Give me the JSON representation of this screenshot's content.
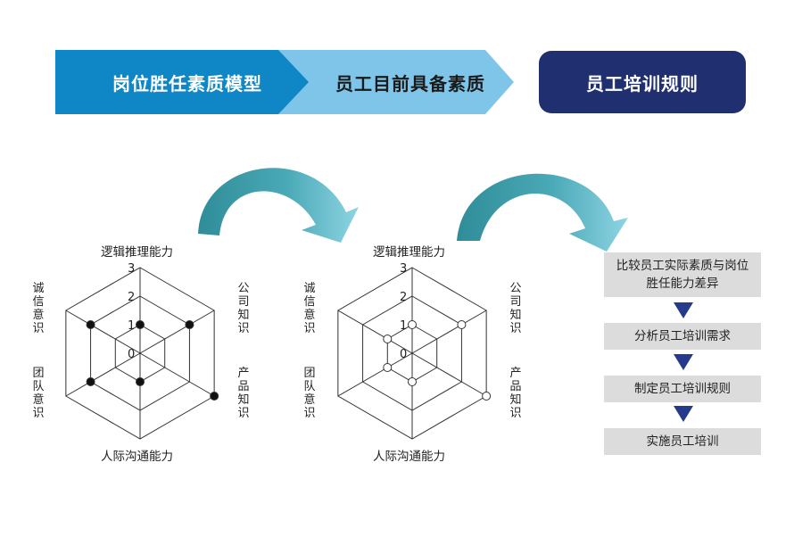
{
  "header": {
    "banner_1": "岗位胜任素质模型",
    "banner_2": "员工目前具备素质",
    "banner_3": "员工培训规则"
  },
  "colors": {
    "banner_1": "#0f86c6",
    "banner_2": "#7fc5ea",
    "banner_3": "#202f70",
    "curve_arrow_dark": "#2f8d99",
    "curve_arrow_light": "#86cfe0",
    "step_box": "#dcdcdc",
    "step_arrow": "#253a8a"
  },
  "radar_left": {
    "top_label": "逻辑推理能力",
    "bottom_label": "人际沟通能力",
    "upper_left_label": "诚信意识",
    "lower_left_label": "团队意识",
    "upper_right_label": "公司知识",
    "lower_right_label": "产品知识",
    "scale": [
      "0",
      "1",
      "2",
      "3"
    ]
  },
  "radar_right": {
    "top_label": "逻辑推理能力",
    "bottom_label": "人际沟通能力",
    "upper_left_label": "诚信意识",
    "lower_left_label": "团队意识",
    "upper_right_label": "公司知识",
    "lower_right_label": "产品知识",
    "scale": [
      "0",
      "1",
      "2",
      "3"
    ]
  },
  "chart_data": [
    {
      "type": "radar",
      "axes": [
        "逻辑推理能力",
        "公司知识",
        "产品知识",
        "人际沟通能力",
        "团队意识",
        "诚信意识"
      ],
      "range": [
        0,
        3
      ],
      "ticks": [
        0,
        1,
        2,
        3
      ],
      "values": [
        1,
        2,
        3,
        1,
        2,
        2
      ],
      "marker": "filled"
    },
    {
      "type": "radar",
      "axes": [
        "逻辑推理能力",
        "公司知识",
        "产品知识",
        "人际沟通能力",
        "团队意识",
        "诚信意识"
      ],
      "range": [
        0,
        3
      ],
      "ticks": [
        0,
        1,
        2,
        3
      ],
      "values": [
        1,
        2,
        3,
        1,
        1,
        1
      ],
      "marker": "hollow"
    }
  ],
  "steps": [
    "比较员工实际素质与岗位胜任能力差异",
    "分析员工培训需求",
    "制定员工培训规则",
    "实施员工培训"
  ]
}
